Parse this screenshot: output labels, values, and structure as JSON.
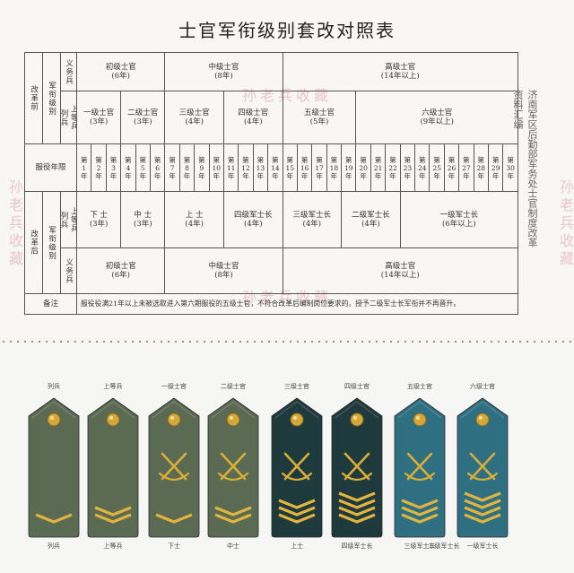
{
  "title": "士官军衔级别套改对照表",
  "side_note": "济南军区后勤部军务处士官制度改革资料汇编",
  "watermark": "孙老兵收藏",
  "table": {
    "old_label": "改革前",
    "new_label": "改革后",
    "rank_label": "军衔级别",
    "years_label": "服役年限",
    "conscript_label": "义务兵",
    "private_label": "列兵",
    "pfc_label": "上等兵",
    "old_tiers": [
      {
        "name": "初级士官",
        "years": "(6年)"
      },
      {
        "name": "中级士官",
        "years": "(8年)"
      },
      {
        "name": "高级士官",
        "years": "(14年以上)"
      }
    ],
    "old_grades": [
      {
        "name": "一级士官",
        "years": "(3年)"
      },
      {
        "name": "二级士官",
        "years": "(3年)"
      },
      {
        "name": "三级士官",
        "years": "(4年)"
      },
      {
        "name": "四级士官",
        "years": "(4年)"
      },
      {
        "name": "五级士官",
        "years": "(5年)"
      },
      {
        "name": "六级士官",
        "years": "(9年以上)"
      }
    ],
    "year_cells": [
      "第1年",
      "第2年",
      "第3年",
      "第4年",
      "第5年",
      "第6年",
      "第7年",
      "第8年",
      "第9年",
      "第10年",
      "第11年",
      "第12年",
      "第13年",
      "第14年",
      "第15年",
      "第16年",
      "第17年",
      "第18年",
      "第19年",
      "第20年",
      "第21年",
      "第22年",
      "第23年",
      "第24年",
      "第25年",
      "第26年",
      "第27年",
      "第28年",
      "第29年",
      "第30年"
    ],
    "new_grades": [
      {
        "name": "下 士",
        "years": "(3年)"
      },
      {
        "name": "中 士",
        "years": "(3年)"
      },
      {
        "name": "上 士",
        "years": "(4年)"
      },
      {
        "name": "四级军士长",
        "years": "(4年)"
      },
      {
        "name": "三级军士长",
        "years": "(4年)"
      },
      {
        "name": "二级军士长",
        "years": "(4年)"
      },
      {
        "name": "一级军士长",
        "years": "(6年以上)"
      }
    ],
    "new_tiers": [
      {
        "name": "初级士官",
        "years": "(6年)"
      },
      {
        "name": "中级士官",
        "years": "(8年)"
      },
      {
        "name": "高级士官",
        "years": "(14年以上)"
      }
    ],
    "note_label": "备注",
    "note_text": "服役役满21年以上未被选取进入第六期服役的五级士官，不符合改革后编制岗位要求的，授予二级军士长军衔并不再晋升。"
  },
  "boards": [
    {
      "top": "列兵",
      "bottom": "列兵",
      "color": "#5b6a52",
      "pin": true,
      "guns": false,
      "chevrons": 1
    },
    {
      "top": "上等兵",
      "bottom": "上等兵",
      "color": "#5b6a52",
      "pin": true,
      "guns": false,
      "chevrons": 2
    },
    {
      "top": "一级士官",
      "bottom": "下士",
      "color": "#5b6a52",
      "pin": true,
      "guns": true,
      "chevrons": 1
    },
    {
      "top": "二级士官",
      "bottom": "中士",
      "color": "#5b6a52",
      "pin": true,
      "guns": true,
      "chevrons": 2
    },
    {
      "top": "三级士官",
      "bottom": "上士",
      "color": "#1f3a3d",
      "pin": true,
      "guns": true,
      "chevrons": 3
    },
    {
      "top": "四级士官",
      "bottom": "四级军士长",
      "color": "#1f3a3d",
      "pin": true,
      "guns": true,
      "chevrons": 4
    },
    {
      "top": "五级士官",
      "bottom": "三级军士长",
      "color": "#2e6f82",
      "pin": true,
      "guns": true,
      "chevrons": 3
    },
    {
      "top": "六级士官",
      "bottom": "一级军士长",
      "color": "#2e6f82",
      "pin": true,
      "guns": true,
      "chevrons": 4
    }
  ],
  "extra_bottom_label": "二级军士长"
}
